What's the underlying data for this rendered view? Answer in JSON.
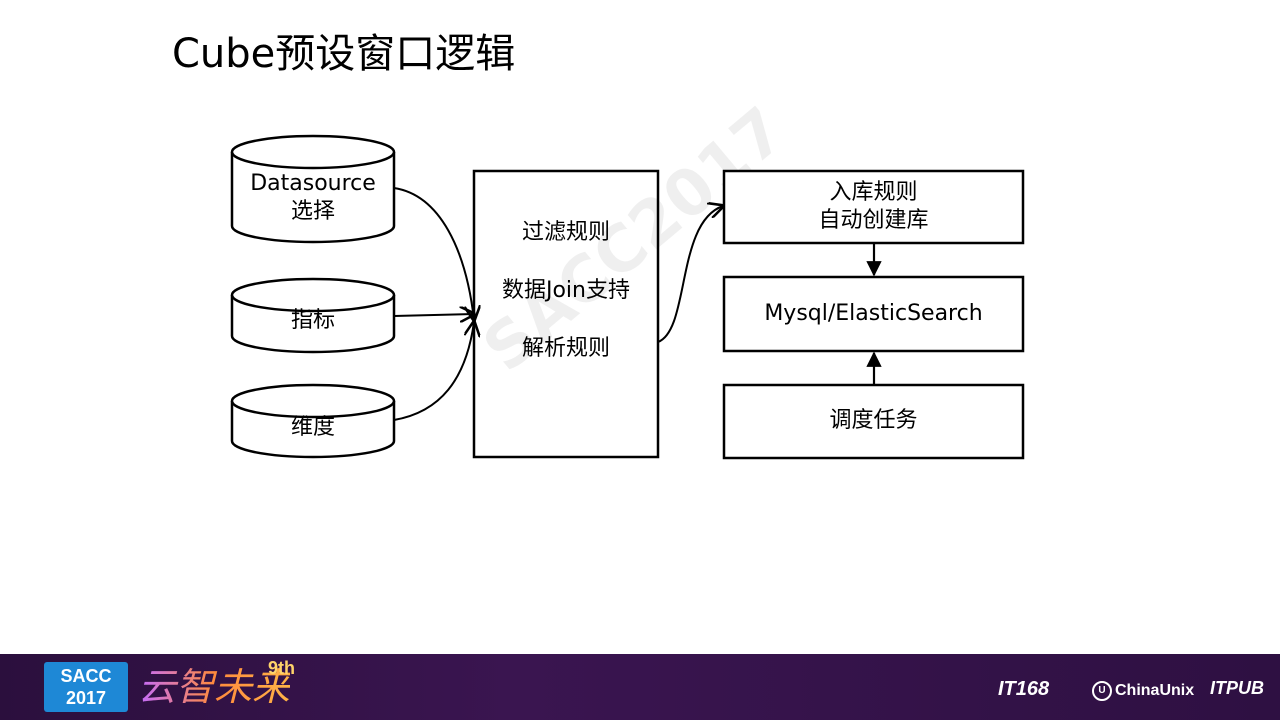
{
  "title": "Cube预设窗口逻辑",
  "watermark": "SACC2017",
  "sources": [
    {
      "line1": "Datasource",
      "line2": "选择"
    },
    {
      "line1": "指标",
      "line2": ""
    },
    {
      "line1": "维度",
      "line2": ""
    }
  ],
  "processor": {
    "lines": [
      "过滤规则",
      "数据Join支持",
      "解析规则"
    ]
  },
  "outputs": {
    "rules": {
      "line1": "入库规则",
      "line2": "自动创建库"
    },
    "storage": {
      "label": "Mysql/ElasticSearch"
    },
    "scheduler": {
      "label": "调度任务"
    }
  },
  "footer": {
    "logo_line1": "SACC",
    "logo_line2": "2017",
    "slogan": "云智未来",
    "slogan_sup": "9th",
    "partners": [
      "IT168",
      "ChinaUnix",
      "ITPUB"
    ]
  },
  "colors": {
    "stroke": "#000000",
    "footer_bg": "#2e1042",
    "logo_blue": "#1e88d6"
  }
}
